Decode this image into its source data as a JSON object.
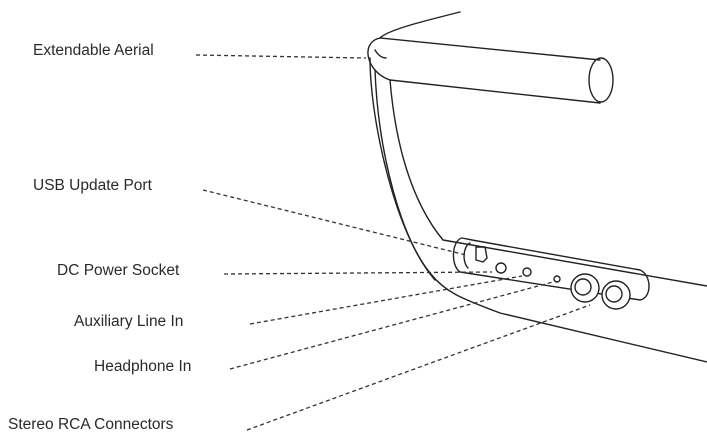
{
  "labels": {
    "aerial": "Extendable Aerial",
    "usb": "USB Update Port",
    "dc": "DC Power Socket",
    "aux": "Auxiliary Line In",
    "headphone": "Headphone In",
    "rca": "Stereo RCA Connectors"
  },
  "colors": {
    "line": "#222222",
    "text": "#2a2a2a",
    "background": "#ffffff"
  }
}
